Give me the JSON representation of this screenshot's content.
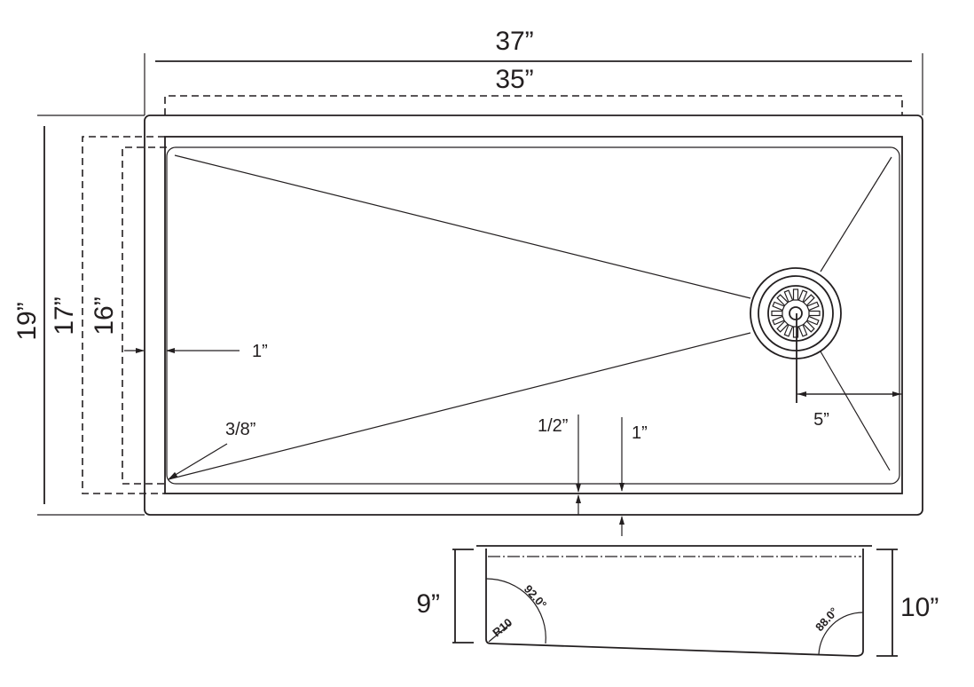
{
  "dimensions": {
    "overall_width": "37”",
    "inner_width": "35”",
    "overall_depth": "19”",
    "inner_depth": "17”",
    "bowl_depth": "16”",
    "side_offset": "1”",
    "corner_radius": "3/8”",
    "front_offset_half": "1/2”",
    "front_offset": "1”",
    "drain_offset": "5”"
  },
  "section": {
    "depth_front": "9”",
    "depth_back": "10”",
    "angle_left": "92.0°",
    "angle_right": "88.0°",
    "radius": "R10"
  }
}
